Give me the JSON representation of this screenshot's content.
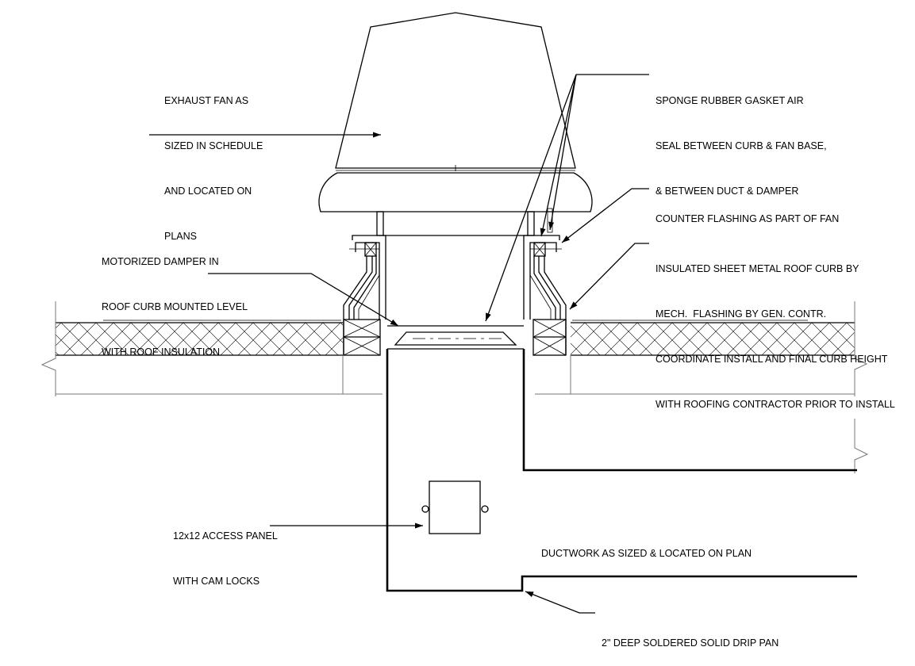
{
  "labels": {
    "exhaust_fan": [
      "EXHAUST FAN AS",
      "SIZED IN SCHEDULE",
      "AND LOCATED ON",
      "PLANS"
    ],
    "gasket": [
      "SPONGE RUBBER GASKET AIR",
      "SEAL BETWEEN CURB & FAN BASE,",
      "& BETWEEN DUCT & DAMPER"
    ],
    "counter_flashing": [
      "COUNTER FLASHING AS PART OF FAN"
    ],
    "damper": [
      "MOTORIZED DAMPER IN",
      "ROOF CURB MOUNTED LEVEL",
      "WITH ROOF INSULATION"
    ],
    "roof_curb": [
      "INSULATED SHEET METAL ROOF CURB BY",
      "MECH.  FLASHING BY GEN. CONTR.",
      "COORDINATE INSTALL AND FINAL CURB HEIGHT",
      "WITH ROOFING CONTRACTOR PRIOR TO INSTALL"
    ],
    "access_panel": [
      "12x12 ACCESS PANEL",
      "WITH CAM LOCKS"
    ],
    "ductwork": [
      "DUCTWORK AS SIZED & LOCATED ON PLAN"
    ],
    "drip_pan": [
      "2\" DEEP SOLDERED SOLID DRIP PAN"
    ]
  }
}
